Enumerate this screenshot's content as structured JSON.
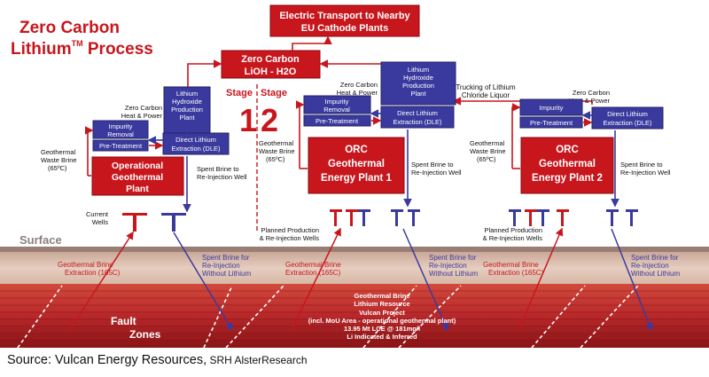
{
  "title": {
    "line1": "Zero Carbon",
    "line2": "Lithium",
    "tm": "TM",
    "line2b": " Process"
  },
  "top_boxes": {
    "electric": {
      "line1": "Electric Transport to Nearby",
      "line2": "EU Cathode Plants"
    },
    "lioh": {
      "line1": "Zero Carbon",
      "line2": "LiOH - H2O"
    }
  },
  "stage_divider": {
    "stage1": "Stage",
    "stage2": "Stage",
    "n1": "1",
    "n2": "2"
  },
  "trucking_label": {
    "line1": "Trucking of Lithium",
    "line2": "Chloride Liquor"
  },
  "plants": [
    {
      "name_line1": "Operational",
      "name_line2": "Geothermal",
      "name_line3": "Plant"
    },
    {
      "name_line1": "ORC",
      "name_line2": "Geothermal",
      "name_line3": "Energy Plant 1"
    },
    {
      "name_line1": "ORC",
      "name_line2": "Geothermal",
      "name_line3": "Energy Plant 2"
    }
  ],
  "process": {
    "lhpp": {
      "line1": "Lithium",
      "line2": "Hydroxide",
      "line3": "Production",
      "line4": "Plant"
    },
    "impurity": {
      "line1": "Impurity",
      "line2": "Removal"
    },
    "pretreat": "Pre-Treatment",
    "dle": {
      "line1": "Direct Lithium",
      "line2": "Extraction (DLE)"
    },
    "heat": {
      "line1": "Zero Carbon",
      "line2": "Heat & Power"
    }
  },
  "labels": {
    "waste_brine": {
      "line1": "Geothermal",
      "line2": "Waste Brine",
      "line3": "(65ºC)"
    },
    "spent_reinj": {
      "line1": "Spent Brine to",
      "line2": "Re-Injection Well"
    },
    "current_wells": {
      "line1": "Current",
      "line2": "Wells"
    },
    "planned1": {
      "line1": "Planned Production",
      "line2": "& Re-Injection Wells"
    },
    "planned2": {
      "line1": "Planned Production",
      "line2": "& Re-Injection Wells"
    },
    "surface": "Surface",
    "extraction": {
      "line1": "Geothermal Brine",
      "line2": "Extraction (165C)"
    },
    "reinj_nolith": {
      "line1": "Spent Brine for",
      "line2": "Re-Injection",
      "line3": "Without Lithium"
    },
    "fault": {
      "line1": "Fault",
      "line2": "Zones"
    },
    "resource": {
      "line1": "Geothermal Brine",
      "line2": "Lithium Resource",
      "line3": "Vulcan Project",
      "line4": "(incl. MoU Area - operational geothermal plant)",
      "line5": "13.95 Mt LCE @ 181mg/l",
      "line6": "Li Indicated & Inferred"
    }
  },
  "source": {
    "main": "Source: Vulcan Energy Resources,",
    "small": " SRH AlsterResearch"
  },
  "colors": {
    "red": "#c8161d",
    "dark_red": "#b01218",
    "blue": "#3a3a9e",
    "text_red": "#c8161d",
    "ground_tan": "#d8b8a6"
  }
}
